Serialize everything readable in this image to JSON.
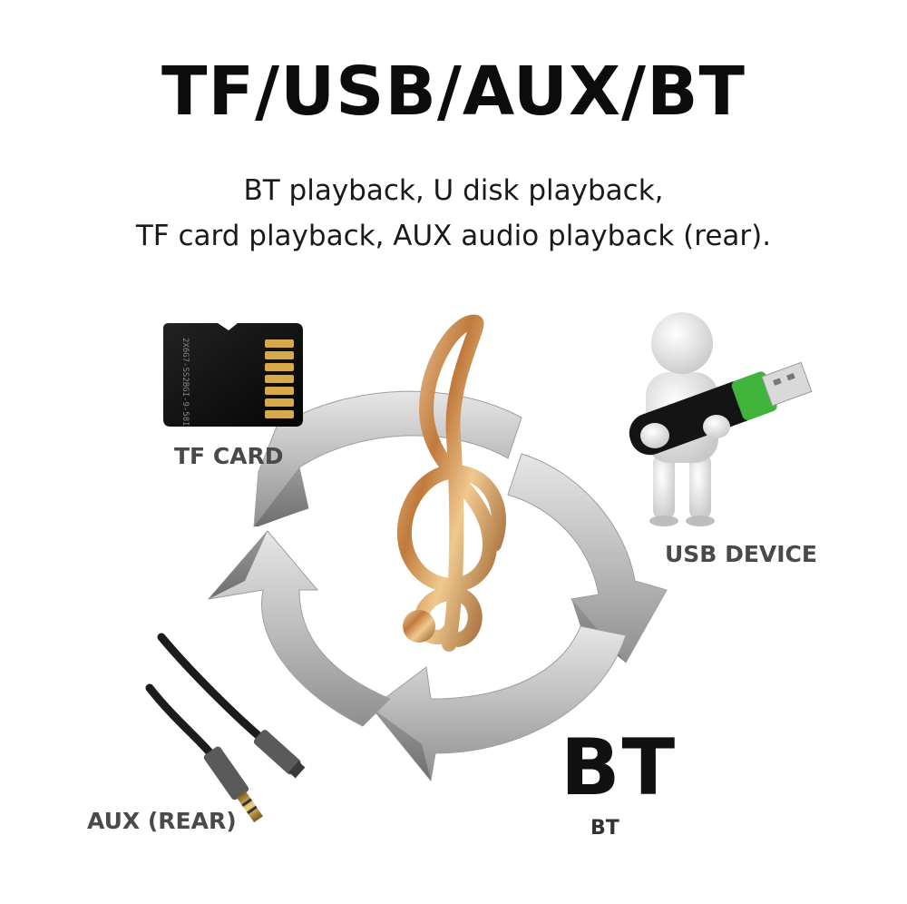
{
  "headline": "TF/USB/AUX/BT",
  "description": {
    "line1": "BT playback, U disk playback,",
    "line2": "TF card playback, AUX audio playback (rear)."
  },
  "labels": {
    "tf_card": "TF CARD",
    "usb_device": "USB DEVICE",
    "aux_rear": "AUX (REAR)",
    "bt_large": "BT",
    "bt_small": "BT"
  },
  "card_print": "2X6G7-SS2BGI-9-58I",
  "icons": {
    "tf_card": "microsd-card-icon",
    "usb": "person-with-usb-stick-icon",
    "aux": "audio-cable-icon",
    "center": "treble-clef-icon",
    "cycle": "circular-arrows-icon"
  },
  "colors": {
    "headline": "#0c0c0c",
    "label": "#4a4a4a",
    "arrow": "#b7b7b7",
    "clef": "#c98a4a",
    "usb_green": "#3fb33a"
  }
}
